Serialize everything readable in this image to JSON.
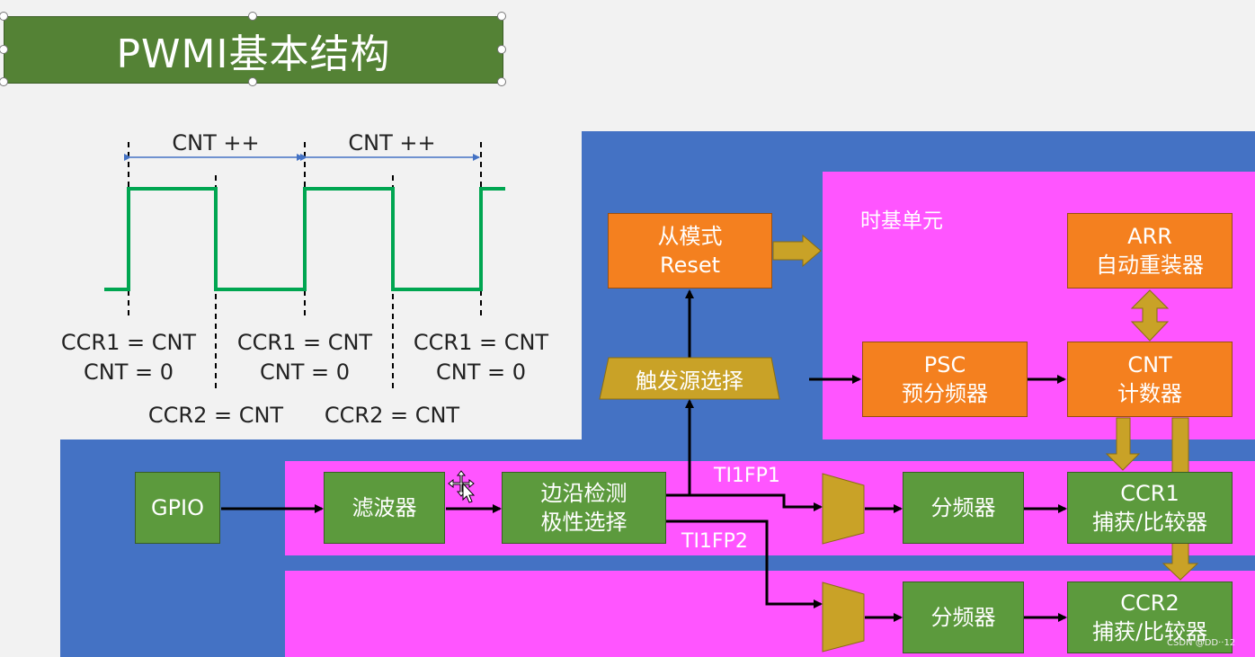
{
  "title": "PWMI基本结构",
  "timing": {
    "cnt_labels": [
      "CNT ++",
      "CNT ++"
    ],
    "ccr1_events": [
      {
        "line1": "CCR1 = CNT",
        "line2": "CNT = 0"
      },
      {
        "line1": "CCR1 = CNT",
        "line2": "CNT = 0"
      },
      {
        "line1": "CCR1 = CNT",
        "line2": "CNT = 0"
      }
    ],
    "ccr2_events": [
      "CCR2 = CNT",
      "CCR2 = CNT"
    ],
    "wave_color": "#00a651"
  },
  "diagram": {
    "timebase_label": "时基单元",
    "slave_mode": {
      "line1": "从模式",
      "line2": "Reset"
    },
    "arr": {
      "line1": "ARR",
      "line2": "自动重装器"
    },
    "psc": {
      "line1": "PSC",
      "line2": "预分频器"
    },
    "cnt": {
      "line1": "CNT",
      "line2": "计数器"
    },
    "trigger": "触发源选择",
    "gpio": "GPIO",
    "filter": "滤波器",
    "edge": {
      "line1": "边沿检测",
      "line2": "极性选择"
    },
    "ti1fp1": "TI1FP1",
    "ti1fp2": "TI1FP2",
    "div1": "分频器",
    "div2": "分频器",
    "ccr1": {
      "line1": "CCR1",
      "line2": "捕获/比较器"
    },
    "ccr2": {
      "line1": "CCR2",
      "line2": "捕获/比较器"
    }
  },
  "colors": {
    "title_bg": "#548235",
    "panel_blue": "#4472c4",
    "panel_pink": "#ff55ff",
    "orange": "#f4801f",
    "green": "#5c9a3d",
    "gold": "#c9a227"
  },
  "watermark": "CSDN @DD··12"
}
